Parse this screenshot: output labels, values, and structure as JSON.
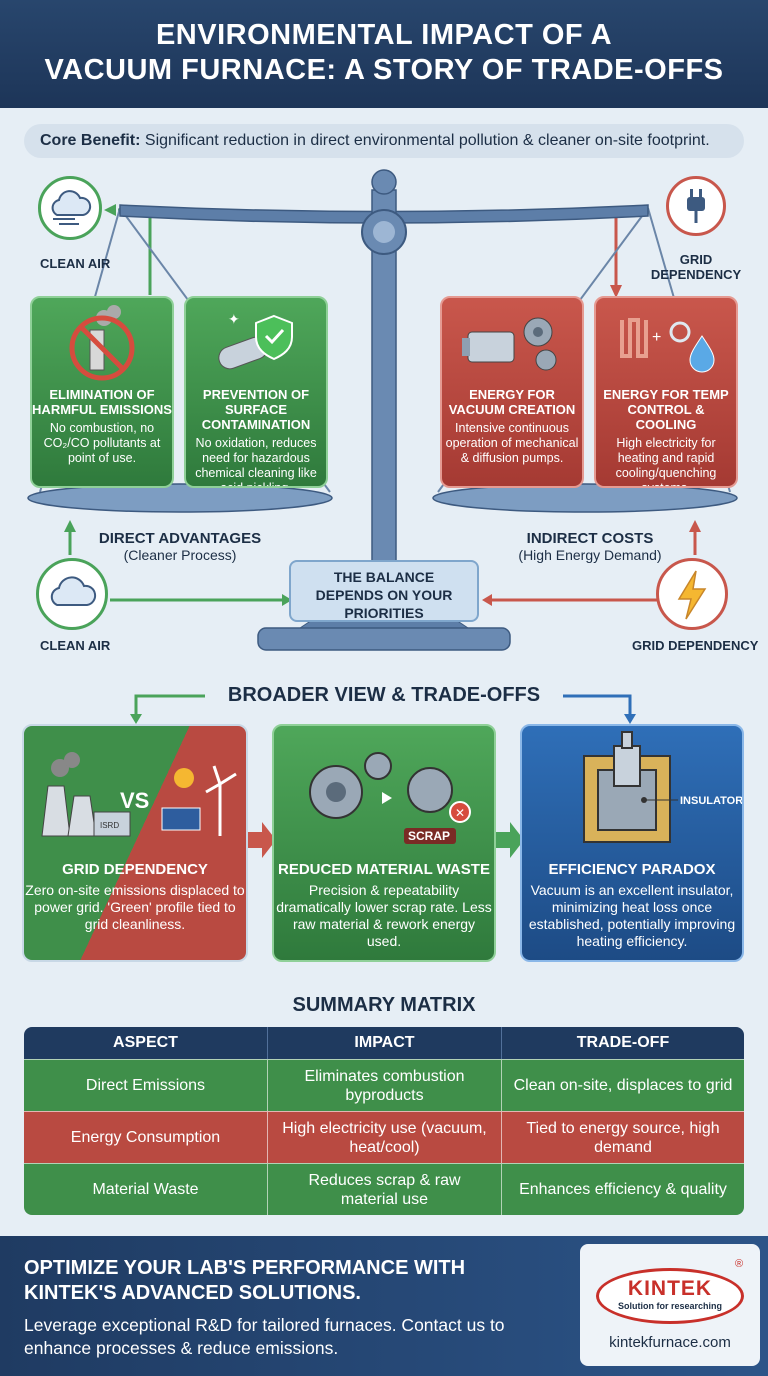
{
  "header": {
    "title_line1": "ENVIRONMENTAL IMPACT OF A",
    "title_line2": "VACUUM FURNACE: A STORY OF TRADE-OFFS"
  },
  "core": {
    "label": "Core Benefit:",
    "text": " Significant reduction in direct environmental pollution & cleaner on-site footprint."
  },
  "icons_top": {
    "left_label": "CLEAN AIR",
    "right_label_1": "GRID",
    "right_label_2": "DEPENDENCY"
  },
  "advantages": [
    {
      "title": "ELIMINATION OF HARMFUL EMISSIONS",
      "desc": "No combustion, no CO₂/CO pollutants at point of use."
    },
    {
      "title": "PREVENTION OF SURFACE CONTAMINATION",
      "desc": "No oxidation, reduces need for hazardous chemical cleaning like acid pickling."
    }
  ],
  "costs": [
    {
      "title": "ENERGY FOR VACUUM CREATION",
      "desc": "Intensive continuous operation of mechanical & diffusion pumps."
    },
    {
      "title": "ENERGY FOR TEMP CONTROL & COOLING",
      "desc": "High electricity for heating and rapid cooling/quenching systems."
    }
  ],
  "direct": {
    "title": "DIRECT ADVANTAGES",
    "sub": "(Cleaner Process)"
  },
  "indirect": {
    "title": "INDIRECT COSTS",
    "sub": "(High Energy Demand)"
  },
  "balance": {
    "l1": "THE BALANCE",
    "l2": "DEPENDS ON YOUR",
    "l3": "PRIORITIES"
  },
  "bottom_icons": {
    "left": "CLEAN AIR",
    "right": "GRID DEPENDENCY"
  },
  "broader": {
    "title": "BROADER VIEW & TRADE-OFFS",
    "vs": "VS",
    "plant_label": "ISRD",
    "scrap": "SCRAP",
    "insulator": "INSULATOR",
    "cards": [
      {
        "title": "GRID DEPENDENCY",
        "desc": "Zero on-site emissions displaced to power grid. 'Green' profile tied to grid cleanliness."
      },
      {
        "title": "REDUCED MATERIAL WASTE",
        "desc": "Precision & repeatability dramatically lower scrap rate. Less raw material & rework energy used."
      },
      {
        "title": "EFFICIENCY PARADOX",
        "desc": "Vacuum is an excellent insulator, minimizing heat loss once established, potentially improving heating efficiency."
      }
    ]
  },
  "matrix": {
    "title": "SUMMARY MATRIX",
    "headers": [
      "ASPECT",
      "IMPACT",
      "TRADE-OFF"
    ],
    "rows": [
      [
        "Direct Emissions",
        "Eliminates combustion byproducts",
        "Clean on-site, displaces to grid"
      ],
      [
        "Energy Consumption",
        "High electricity use (vacuum, heat/cool)",
        "Tied to energy source, high demand"
      ],
      [
        "Material Waste",
        "Reduces scrap & raw material use",
        "Enhances efficiency & quality"
      ]
    ]
  },
  "footer": {
    "title": "OPTIMIZE YOUR LAB'S PERFORMANCE WITH KINTEK'S ADVANCED SOLUTIONS.",
    "desc": "Leverage exceptional R&D for tailored furnaces. Contact us to enhance processes & reduce emissions.",
    "logo": "KINTEK",
    "logo_sub": "Solution for researching",
    "reg": "®",
    "url": "kintekfurnace.com"
  },
  "colors": {
    "green": "#3f8f4a",
    "red": "#b94a41",
    "blue": "#1d4b85",
    "navy": "#1f3a5f"
  }
}
